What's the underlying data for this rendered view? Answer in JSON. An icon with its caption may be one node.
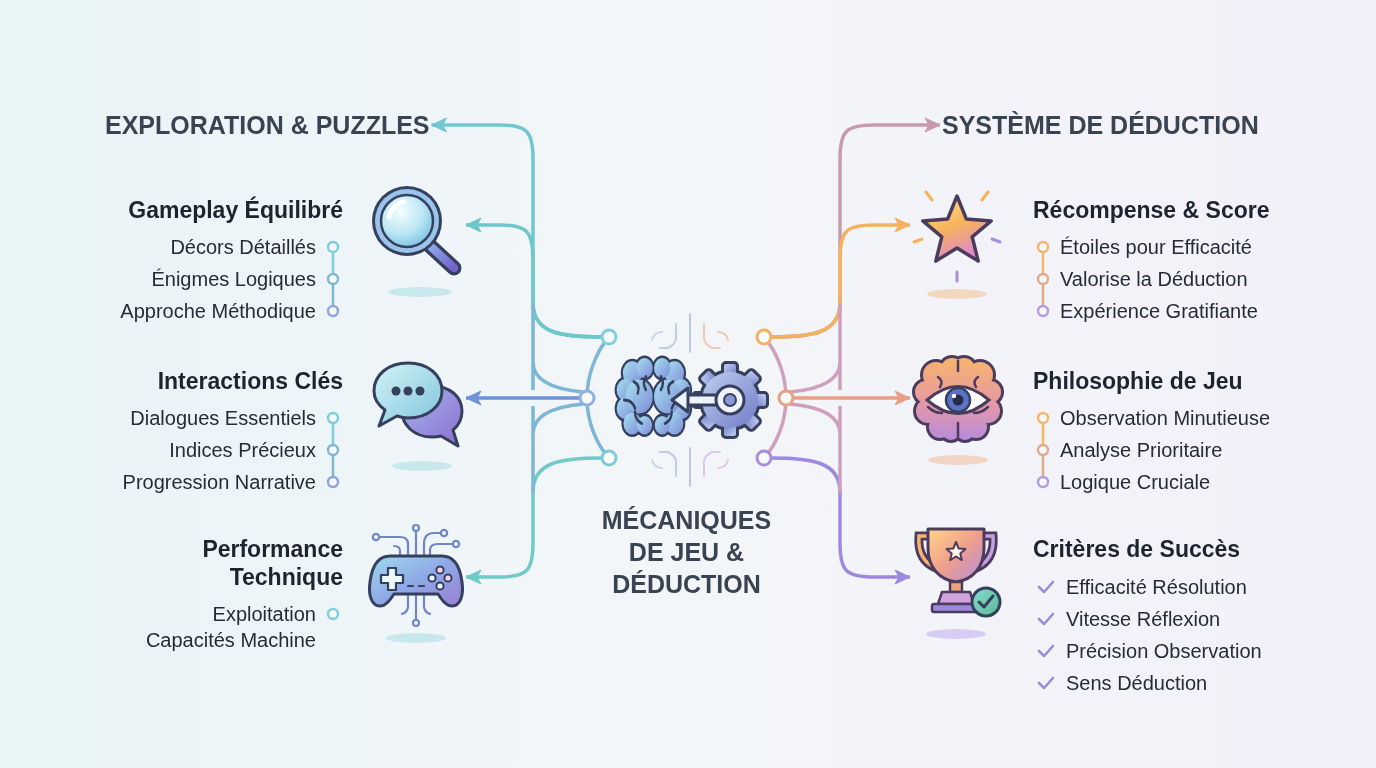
{
  "diagram": {
    "nodes": [
      {
        "text": [
          "EXPLORATION & PUZZLES"
        ]
      },
      {
        "text": [
          "Gameplay Équilibré",
          "Décors Détaillés",
          "Énigmes Logiques",
          "Approche Méthodique"
        ]
      },
      {
        "text": [
          "Interactions Clés",
          "Dialogues Essentiels",
          "Indices Précieux",
          "Progression Narrative"
        ]
      },
      {
        "text": [
          "Performance Technique",
          "Exploitation Capacités Machine"
        ]
      },
      {
        "text": [
          "MÉCANIQUES DE JEU & DÉDUCTION"
        ]
      },
      {
        "text": [
          "SYSTÈME DE DÉDUCTION"
        ]
      },
      {
        "text": [
          "Récompense & Score",
          "Étoiles pour Efficacité",
          "Valorise la Déduction",
          "Expérience Gratifiante"
        ]
      },
      {
        "text": [
          "Philosophie de Jeu",
          "Observation Minutieuse",
          "Analyse Prioritaire",
          "Logique Cruciale"
        ]
      },
      {
        "text": [
          "Critères de Succès",
          "Efficacité Résolution",
          "Vitesse Réflexion",
          "Précision Observation",
          "Sens Déduction"
        ]
      }
    ],
    "edges": [
      {
        "from": 4,
        "to": 0,
        "arrow": "to",
        "color": "#72c6d2"
      },
      {
        "from": 4,
        "to": 1,
        "arrow": "to",
        "color": "#6fc7c9"
      },
      {
        "from": 4,
        "to": 2,
        "arrow": "to",
        "color": "#6e93d8"
      },
      {
        "from": 4,
        "to": 3,
        "arrow": "to",
        "color": "#6fcac8"
      },
      {
        "from": 4,
        "to": 5,
        "arrow": "to",
        "color": "#c99aae"
      },
      {
        "from": 4,
        "to": 6,
        "arrow": "to",
        "color": "#f4b25e"
      },
      {
        "from": 4,
        "to": 7,
        "arrow": "to",
        "color": "#e99f84"
      },
      {
        "from": 4,
        "to": 8,
        "arrow": "to",
        "color": "#9d8ae0"
      }
    ]
  }
}
